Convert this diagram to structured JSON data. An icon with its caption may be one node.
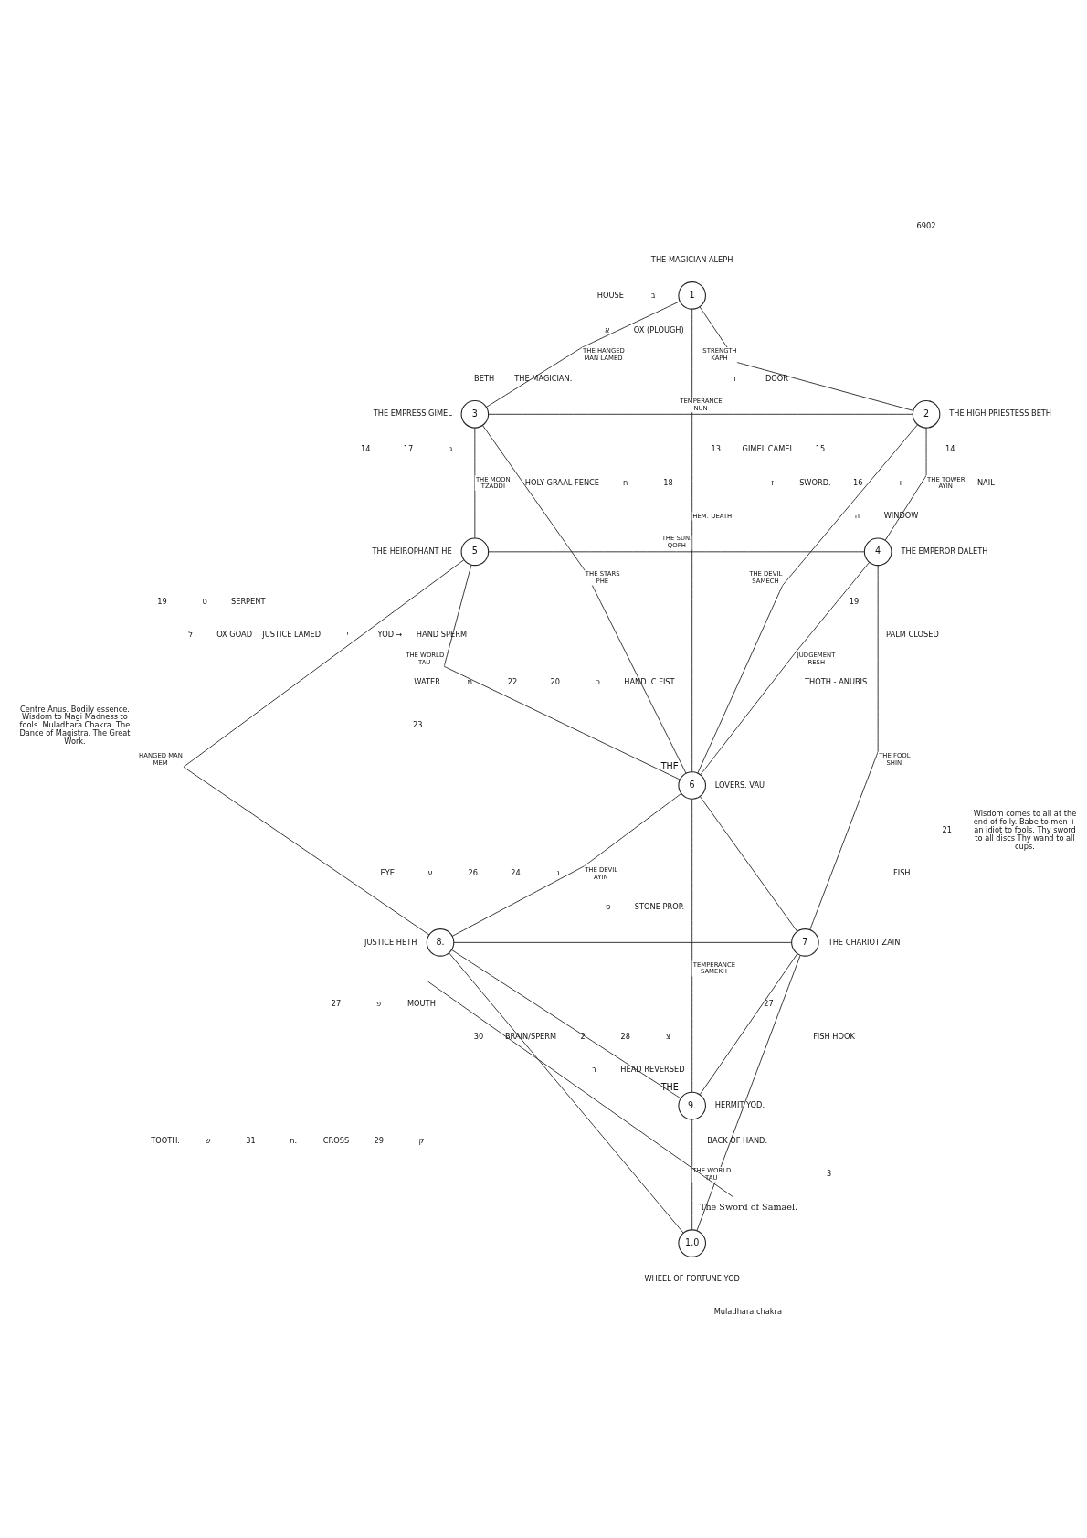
{
  "diagram": {
    "nodes": [
      {
        "text": [
          "1"
        ],
        "beside": [
          "THE MAGICIAN ALEPH"
        ]
      },
      {
        "text": [
          "3"
        ],
        "beside": [
          "THE EMPRESS GIMEL"
        ]
      },
      {
        "text": [
          "2"
        ],
        "beside": [
          "THE HIGH PRIESTESS BETH"
        ]
      },
      {
        "text": [
          "5"
        ],
        "beside": [
          "THE HEIROPHANT HE"
        ]
      },
      {
        "text": [
          "4"
        ],
        "beside": [
          "THE EMPEROR DALETH"
        ]
      },
      {
        "text": [
          "6"
        ],
        "beside": [
          "THE",
          "LOVERS. VAU"
        ]
      },
      {
        "text": [
          "8."
        ],
        "beside": [
          "JUSTICE HETH"
        ]
      },
      {
        "text": [
          "7"
        ],
        "beside": [
          "THE CHARIOT ZAIN"
        ]
      },
      {
        "text": [
          "9."
        ],
        "beside": [
          "THE",
          "HERMIT YOD."
        ]
      },
      {
        "text": [
          "The Sword of Samael."
        ]
      },
      {
        "text": [
          "1.0"
        ],
        "beside": [
          "WHEEL OF FORTUNE YOD",
          "Muladhara chakra"
        ]
      }
    ],
    "edges": [
      {
        "from": 0,
        "to": 1,
        "arrow": "none",
        "label": "THE HANGED MAN LAMED"
      },
      {
        "from": 0,
        "to": 2,
        "arrow": "none",
        "label": "STRENGTH KAPH"
      },
      {
        "from": 1,
        "to": 2,
        "arrow": "none",
        "label": "TEMPERANCE NUN"
      },
      {
        "from": 0,
        "to": 5,
        "arrow": "none",
        "label": "HEM. DEATH"
      },
      {
        "from": 1,
        "to": 3,
        "arrow": "none",
        "label": "THE MOON TZADDI"
      },
      {
        "from": 1,
        "to": 5,
        "arrow": "none",
        "label": "THE STARS PHE"
      },
      {
        "from": 2,
        "to": 5,
        "arrow": "none",
        "label": "THE DEVIL SAMECH"
      },
      {
        "from": 2,
        "to": 4,
        "arrow": "none",
        "label": "THE TOWER AYIN"
      },
      {
        "from": 3,
        "to": 4,
        "arrow": "none",
        "label": "THE SUN. QOPH"
      },
      {
        "from": 3,
        "to": 5,
        "arrow": "none",
        "label": "THE WORLD TAU"
      },
      {
        "from": 4,
        "to": 5,
        "arrow": "none",
        "label": "JUDGEMENT RESH"
      },
      {
        "from": 3,
        "to": 6,
        "arrow": "none",
        "label": "HANGED MAN MEM"
      },
      {
        "from": 4,
        "to": 7,
        "arrow": "none",
        "label": "THE FOOL SHIN"
      },
      {
        "from": 5,
        "to": 6,
        "arrow": "none",
        "label": "THE DEVIL AYIN"
      },
      {
        "from": 5,
        "to": 7,
        "arrow": "none"
      },
      {
        "from": 5,
        "to": 8,
        "arrow": "none",
        "label": "TEMPERANCE SAMEKH"
      },
      {
        "from": 6,
        "to": 7,
        "arrow": "none"
      },
      {
        "from": 6,
        "to": 8,
        "arrow": "none"
      },
      {
        "from": 7,
        "to": 8,
        "arrow": "none"
      },
      {
        "from": 6,
        "to": 10,
        "arrow": "none"
      },
      {
        "from": 8,
        "to": 10,
        "arrow": "none",
        "label": "THE WORLD TAU"
      },
      {
        "from": 7,
        "to": 10,
        "arrow": "none"
      },
      {
        "from": 9,
        "to": null,
        "arrow": "none"
      }
    ],
    "labels": [
      "6902",
      "HOUSE",
      "ב",
      "א",
      "OX (PLOUGH)",
      "BETH",
      "THE MAGICIAN.",
      "ד",
      "DOOR",
      "14",
      "17",
      "ג",
      "13",
      "GIMEL CAMEL",
      "15",
      "14",
      "HOLY GRAAL FENCE",
      "ח",
      "18",
      "ז",
      "SWORD.",
      "16",
      "ו",
      "NAIL",
      "ה",
      "WINDOW",
      "19",
      "ט",
      "SERPENT",
      "19",
      "ל",
      "OX GOAD",
      "JUSTICE LAMED",
      "י",
      "YOD →",
      "HAND SPERM",
      "PALM CLOSED",
      "WATER",
      "מ",
      "22",
      "20",
      "כ",
      "HAND. C FIST",
      "THOTH - ANUBIS.",
      "Centre Anus. Bodily essence. Wisdom to Magi Madness to fools. Muladhara Chakra. The Dance of Magistra. The Great Work.",
      "23",
      "21",
      "Wisdom comes to all at the end of folly. Babe to men + an idiot to fools. Thy sword to all discs Thy wand to all cups.",
      "EYE",
      "ע",
      "26",
      "24",
      "נ",
      "FISH",
      "ס",
      "STONE PROP.",
      "27",
      "פ",
      "MOUTH",
      "27",
      "30",
      "BRAIN/SPERM",
      "2",
      "28",
      "צ",
      "FISH HOOK",
      "ר",
      "HEAD REVERSED",
      "TOOTH.",
      "ש",
      "31",
      "ת.",
      "CROSS",
      "29",
      "ק",
      "BACK OF HAND.",
      "3"
    ]
  }
}
